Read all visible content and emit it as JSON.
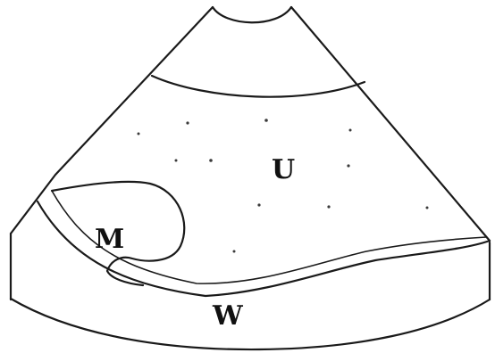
{
  "labels": {
    "upper_region": "U",
    "left_region": "M",
    "bottom_region": "W"
  }
}
